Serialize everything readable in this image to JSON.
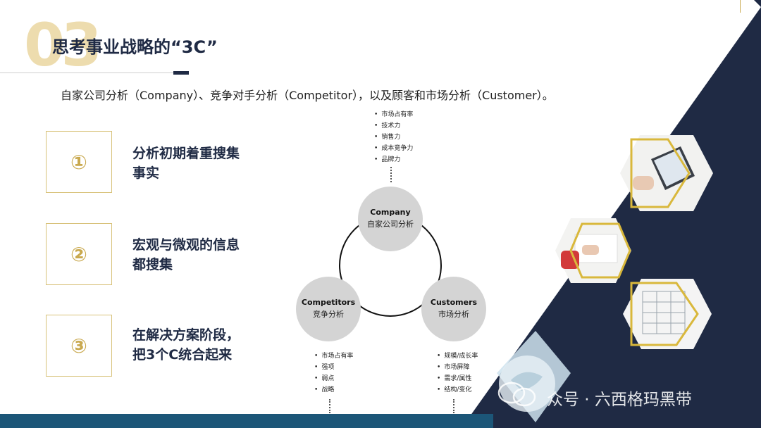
{
  "header": {
    "section_number": "03",
    "title": "思考事业战略的“3C”"
  },
  "subtitle": "自家公司分析（Company）、竞争对手分析（Competitor），以及顾客和市场分析（Customer）。",
  "items": [
    {
      "number": "①",
      "text": "分析初期着重搜集\n事实"
    },
    {
      "number": "②",
      "text": "宏观与微观的信息\n都搜集"
    },
    {
      "number": "③",
      "text": "  在解决方案阶段，\n把3个C统合起来"
    }
  ],
  "diagram": {
    "company": {
      "en": "Company",
      "cn": "自家公司分析",
      "points": [
        "市场占有率",
        "技术力",
        "销售力",
        "成本竞争力",
        "品牌力"
      ]
    },
    "competitors": {
      "en": "Competitors",
      "cn": "竞争分析",
      "points": [
        "市场占有率",
        "强项",
        "弱点",
        "战略"
      ]
    },
    "customers": {
      "en": "Customers",
      "cn": "市场分析",
      "points": [
        "规模/成长率",
        "市场屏障",
        "需求/属性",
        "结构/变化"
      ]
    }
  },
  "images": [
    {
      "name": "laptop-photo",
      "description": "hexagon photo"
    },
    {
      "name": "documents-photo",
      "description": "hexagon photo"
    },
    {
      "name": "blueprint-photo",
      "description": "hexagon photo"
    }
  ],
  "watermark": "众号 · 六西格玛黑带",
  "colors": {
    "navy": "#1f2a44",
    "gold": "#c9a94f",
    "gold_light": "#ecd9a6",
    "circle_gray": "#d4d4d4"
  }
}
